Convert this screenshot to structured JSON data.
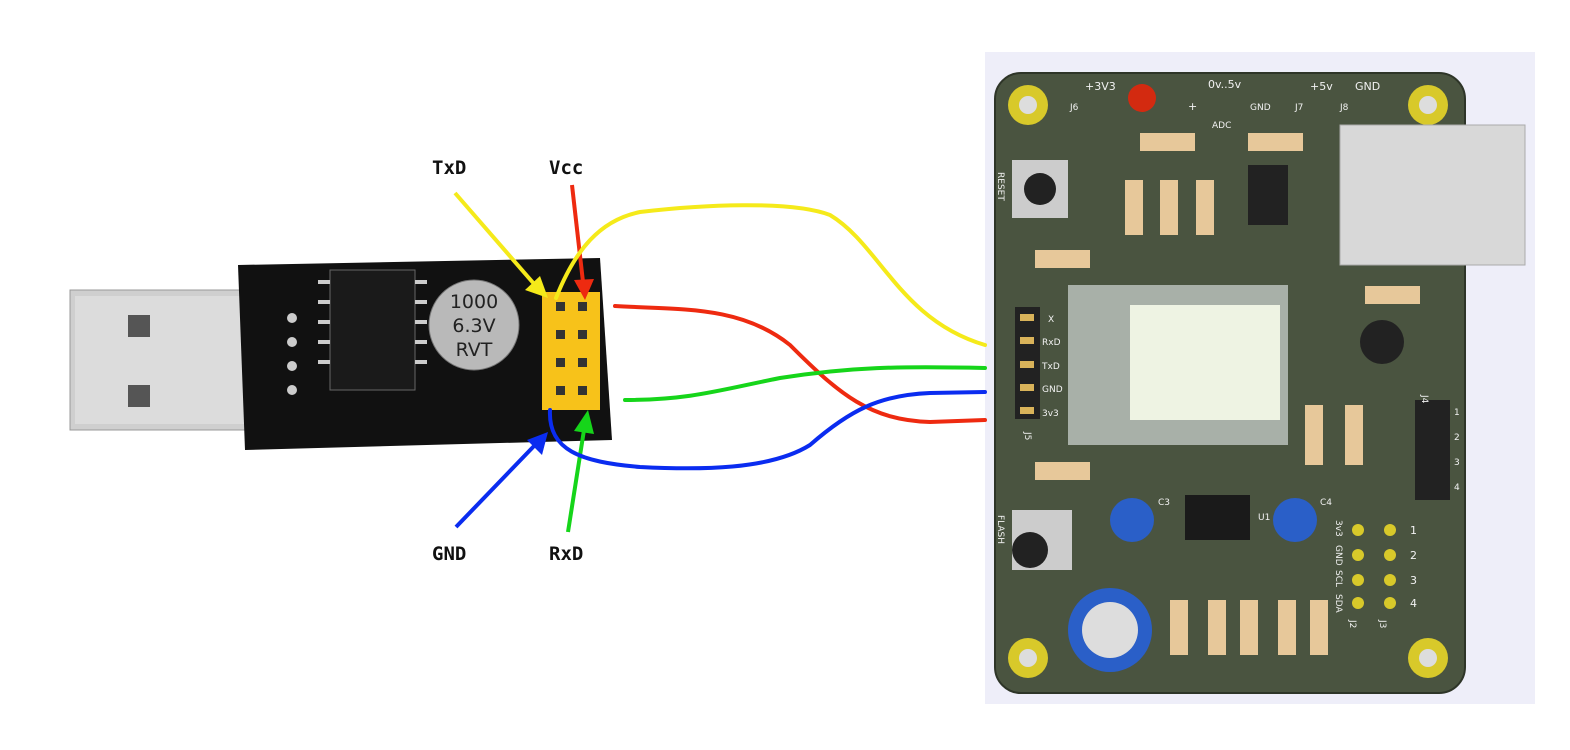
{
  "colors": {
    "txd_wire": "#f5ea1a",
    "vcc_wire": "#ee2a10",
    "gnd_wire": "#0a2cf0",
    "rxd_wire": "#16d51a",
    "pcb": "#4a5440",
    "header": "#f7c21a"
  },
  "adapter": {
    "labels": {
      "txd": "TxD",
      "vcc": "Vcc",
      "gnd": "GND",
      "rxd": "RxD"
    },
    "capacitor": {
      "line1": "1000",
      "line2": "6.3V",
      "line3": "RVT"
    }
  },
  "pcb": {
    "top_labels": {
      "j6": "J6",
      "v33": "+3V3",
      "adc_range": "0v..5v",
      "adc_plus": "+",
      "adc_gnd": "GND",
      "adc": "ADC",
      "j7": "J7",
      "v5": "+5v",
      "j8": "J8",
      "gnd": "GND"
    },
    "reset": "RESET",
    "flash": "FLASH",
    "j5": {
      "name": "J5",
      "pins": [
        "X",
        "RxD",
        "TxD",
        "GND",
        "3v3"
      ]
    },
    "j4": {
      "name": "J4",
      "pins": [
        "1",
        "2",
        "3",
        "4"
      ]
    },
    "j2": {
      "name": "J2",
      "pins": [
        "3v3",
        "GND",
        "SCL",
        "SDA"
      ]
    },
    "j3": {
      "name": "J3",
      "pins": [
        "1",
        "2",
        "3",
        "4"
      ]
    },
    "u1": "U1",
    "c3": "C3",
    "c4": "C4"
  }
}
